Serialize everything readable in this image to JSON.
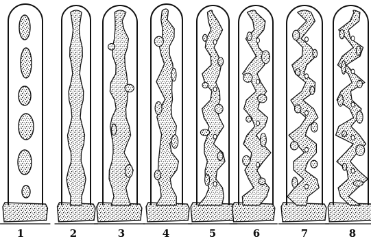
{
  "figure": {
    "panel_labels": [
      "1",
      "2",
      "3",
      "4",
      "5",
      "6",
      "7",
      "8"
    ]
  }
}
